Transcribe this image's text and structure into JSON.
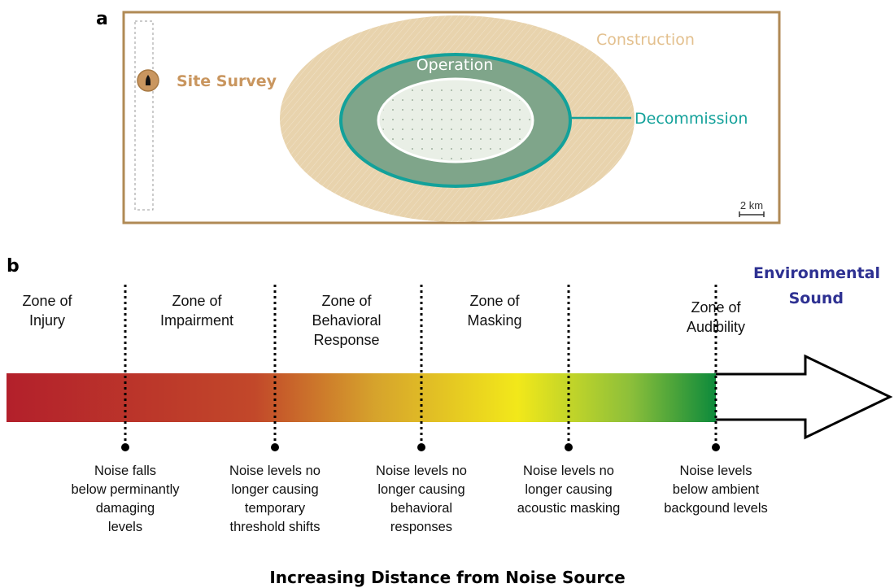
{
  "panel_a": {
    "letter": "a",
    "labels": {
      "site_survey": "Site Survey",
      "construction": "Construction",
      "operation": "Operation",
      "decommission": "Decommission"
    },
    "scale_bar": "2 km",
    "colors": {
      "border": "#b08a55",
      "construction": "#e8d3ad",
      "construction_text": "#e3c08e",
      "site_survey": "#c9965f",
      "operation": "#7fa58a",
      "decommission": "#13a19a",
      "inner": "#e9efe6"
    }
  },
  "panel_b": {
    "letter": "b",
    "zones": [
      {
        "lines": [
          "Zone of",
          "Injury"
        ]
      },
      {
        "lines": [
          "Zone of",
          "Impairment"
        ]
      },
      {
        "lines": [
          "Zone of",
          "Behavioral",
          "Response"
        ]
      },
      {
        "lines": [
          "Zone of",
          "Masking"
        ]
      },
      {
        "lines": [
          "Zone of",
          "Audibility"
        ]
      }
    ],
    "thresholds": [
      {
        "lines": [
          "Noise falls",
          "below perminantly",
          "damaging",
          "levels"
        ]
      },
      {
        "lines": [
          "Noise levels no",
          "longer causing",
          "temporary",
          "threshold shifts"
        ]
      },
      {
        "lines": [
          "Noise levels no",
          "longer causing",
          "behavioral",
          "responses"
        ]
      },
      {
        "lines": [
          "Noise levels no",
          "longer causing",
          "acoustic masking"
        ]
      },
      {
        "lines": [
          "Noise levels",
          "below ambient",
          "backgound levels"
        ]
      }
    ],
    "environmental": [
      "Environmental",
      "Sound"
    ],
    "axis_label": "Increasing Distance from Noise Source",
    "gradient_colors": [
      "#b3202b",
      "#bf3f2a",
      "#d4a32b",
      "#f2e81a",
      "#8cbf3a",
      "#0d8a3b"
    ],
    "env_color": "#2e3192"
  }
}
